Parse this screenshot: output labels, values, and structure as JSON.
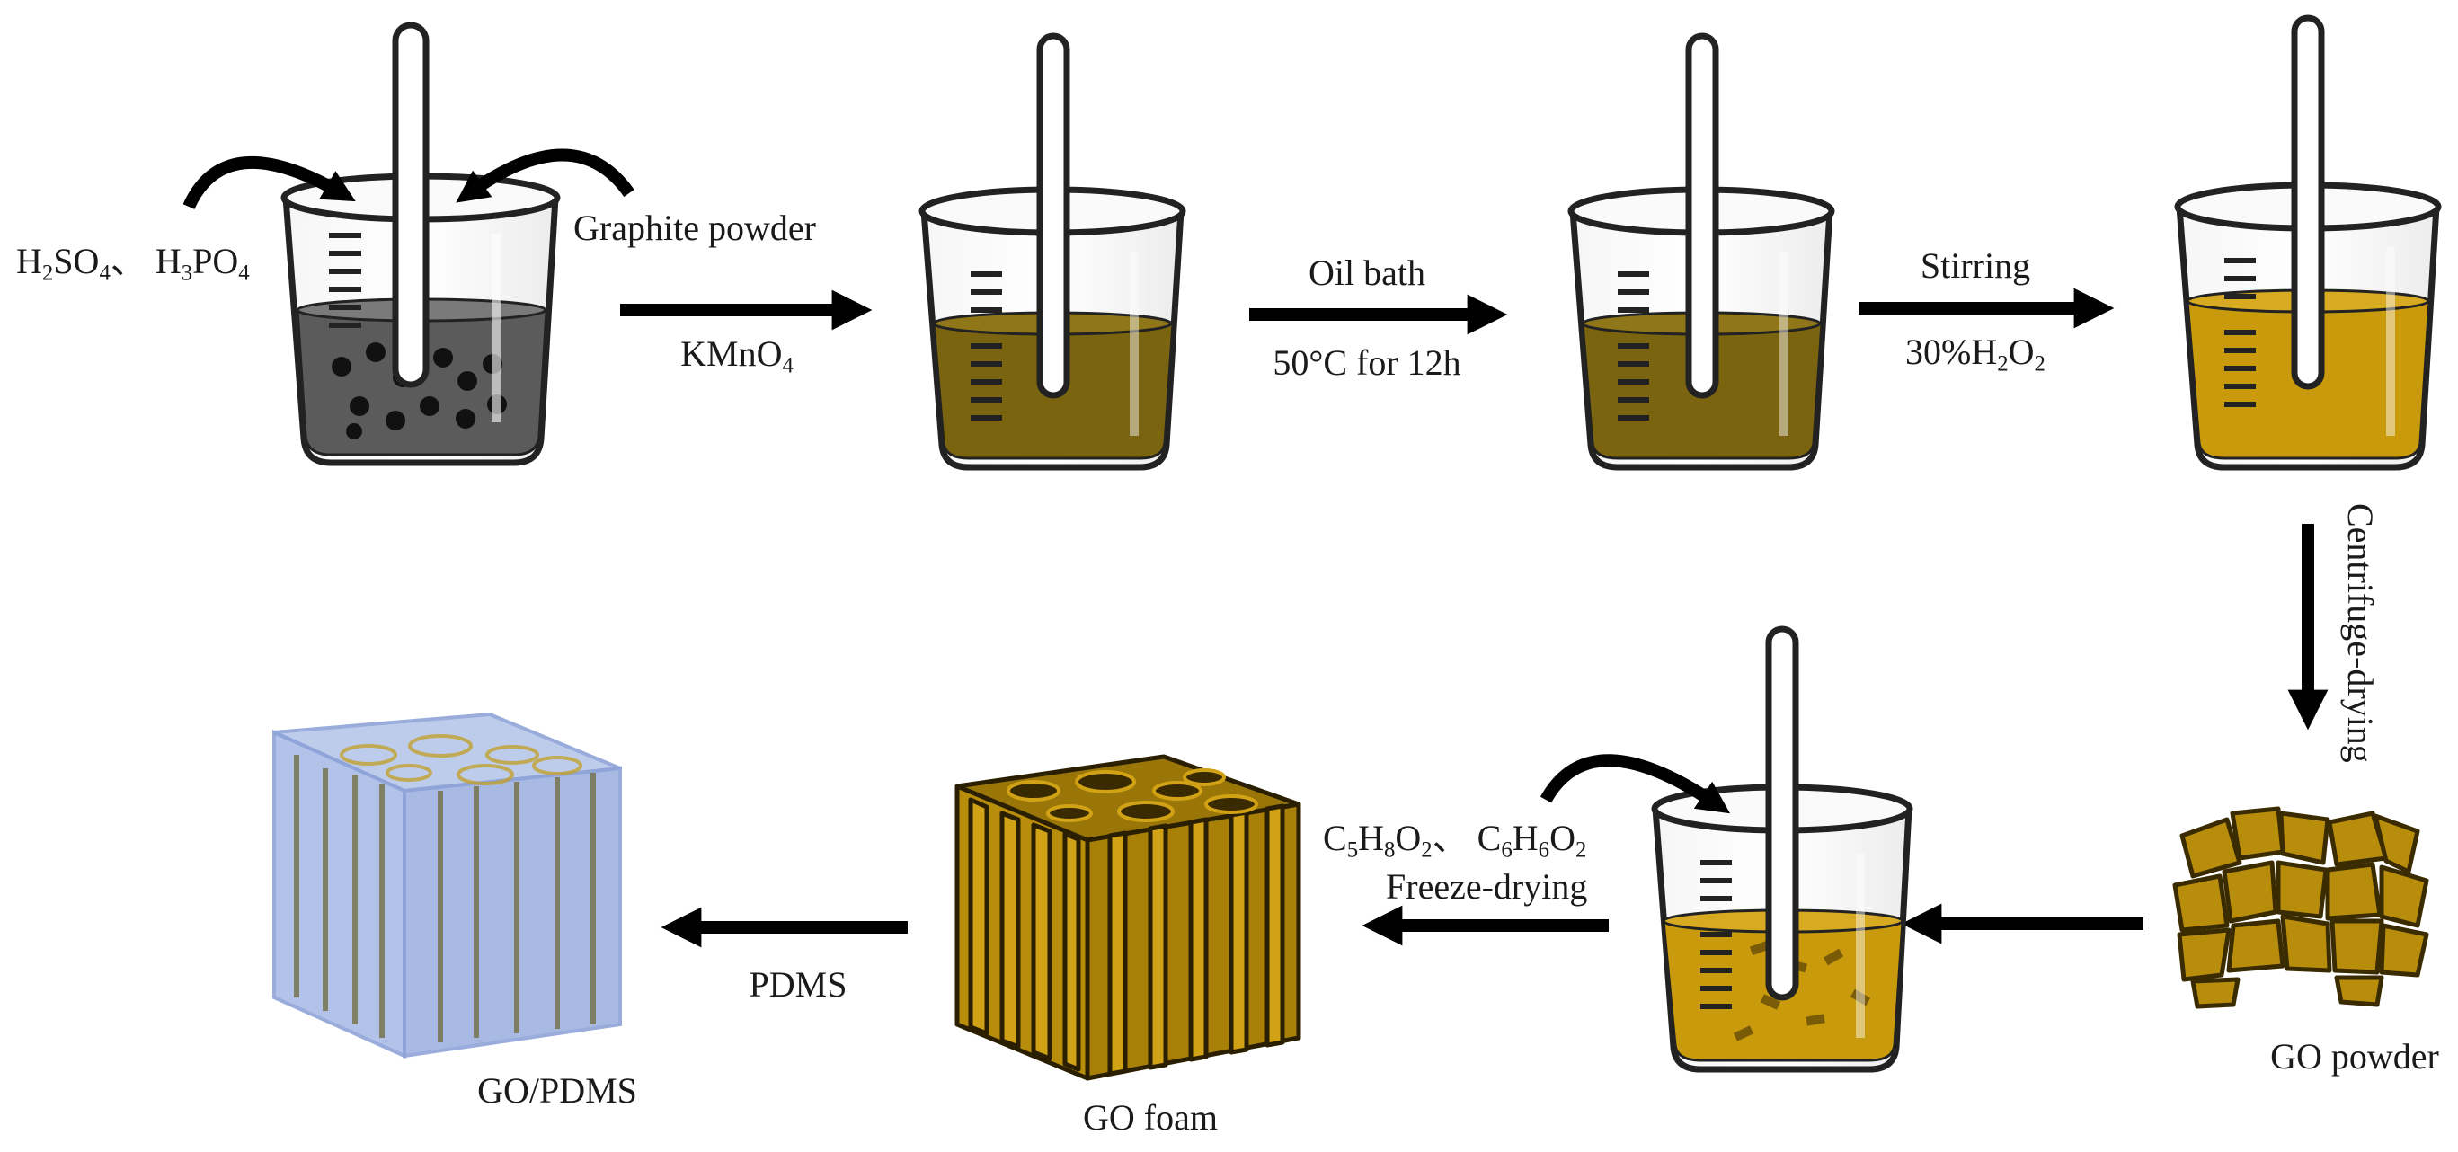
{
  "colors": {
    "graphite_liquid": "#5b5b5b",
    "oxidized_liquid": "#7a6410",
    "go_liquid": "#c99a0c",
    "go_foam": "#b88d0b",
    "pdms_shell": "#a9bde6",
    "arrow": "#000000"
  },
  "labels": {
    "acids": [
      {
        "text": "H"
      },
      {
        "text": "2",
        "sub": true
      },
      {
        "text": "SO"
      },
      {
        "text": "4",
        "sub": true
      },
      {
        "text": "、 H"
      },
      {
        "text": "3",
        "sub": true
      },
      {
        "text": "PO"
      },
      {
        "text": "4",
        "sub": true
      }
    ],
    "graphite": "Graphite powder",
    "kmno4": [
      {
        "text": "KMnO"
      },
      {
        "text": "4",
        "sub": true
      }
    ],
    "oil_bath": "Oil bath",
    "oil_bath_cond": "50°C for 12h",
    "stirring": "Stirring",
    "h2o2": [
      {
        "text": "30%H"
      },
      {
        "text": "2",
        "sub": true
      },
      {
        "text": "O"
      },
      {
        "text": "2",
        "sub": true
      }
    ],
    "centrifuge": "Centrifuge-drying",
    "go_powder": "GO powder",
    "additives": [
      {
        "text": "C"
      },
      {
        "text": "5",
        "sub": true
      },
      {
        "text": "H"
      },
      {
        "text": "8",
        "sub": true
      },
      {
        "text": "O"
      },
      {
        "text": "2",
        "sub": true
      },
      {
        "text": "、 C"
      },
      {
        "text": "6",
        "sub": true
      },
      {
        "text": "H"
      },
      {
        "text": "6",
        "sub": true
      },
      {
        "text": "O"
      },
      {
        "text": "2",
        "sub": true
      }
    ],
    "freeze": "Freeze-drying",
    "go_foam": "GO foam",
    "pdms": "PDMS",
    "go_pdms": "GO/PDMS"
  }
}
